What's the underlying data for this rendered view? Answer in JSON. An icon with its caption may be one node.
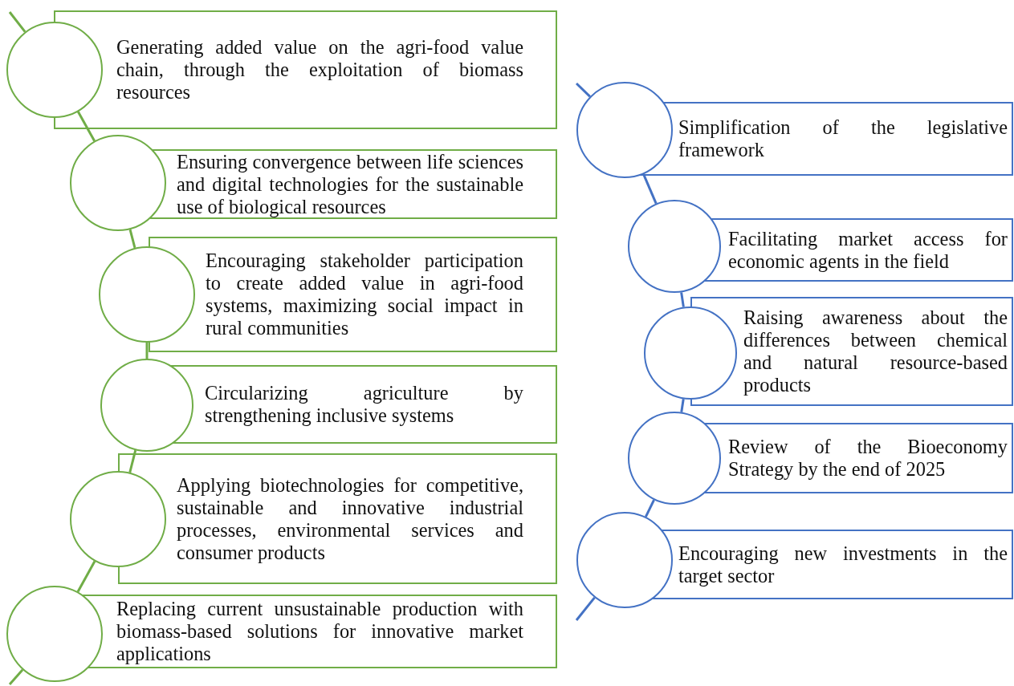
{
  "diagram": {
    "nodes": [
      {
        "text": [
          "Generating added value on the agri-food value chain, through the exploitation of biomass resources"
        ]
      },
      {
        "text": [
          "Ensuring convergence between life sciences and digital technologies for the sustainable use of biological resources"
        ]
      },
      {
        "text": [
          "Encouraging stakeholder participation to create added value in agri-food systems, maximizing social impact in rural communities"
        ]
      },
      {
        "text": [
          "Circularizing agriculture by strengthening inclusive systems"
        ]
      },
      {
        "text": [
          "Applying biotechnologies for competitive, sustainable and innovative industrial processes, environmental services and consumer products"
        ]
      },
      {
        "text": [
          "Replacing current unsustainable production with biomass-based solutions for innovative market applications"
        ]
      },
      {
        "text": [
          "Simplification of the legislative framework"
        ]
      },
      {
        "text": [
          "Facilitating market access for economic agents in the field"
        ]
      },
      {
        "text": [
          "Raising awareness about the differences between chemical and natural resource-based products"
        ]
      },
      {
        "text": [
          "Review of the Bioeconomy Strategy by the end of 2025"
        ]
      },
      {
        "text": [
          "Encouraging new investments in the target sector"
        ]
      },
      {
        "text": [],
        "shape": "circle"
      },
      {
        "text": [],
        "shape": "circle"
      },
      {
        "text": [],
        "shape": "circle"
      },
      {
        "text": [],
        "shape": "circle"
      },
      {
        "text": [],
        "shape": "circle"
      },
      {
        "text": [],
        "shape": "circle"
      },
      {
        "text": [],
        "shape": "circle"
      },
      {
        "text": [],
        "shape": "circle"
      },
      {
        "text": [],
        "shape": "circle"
      },
      {
        "text": [],
        "shape": "circle"
      },
      {
        "text": [],
        "shape": "circle"
      }
    ],
    "edges": [
      {
        "from": null,
        "to": 11,
        "arrow": "none",
        "color": "#70ad47"
      },
      {
        "from": 11,
        "to": 12,
        "arrow": "none",
        "color": "#70ad47"
      },
      {
        "from": 12,
        "to": 13,
        "arrow": "none",
        "color": "#70ad47"
      },
      {
        "from": 13,
        "to": 14,
        "arrow": "none",
        "color": "#70ad47"
      },
      {
        "from": 14,
        "to": 15,
        "arrow": "none",
        "color": "#70ad47"
      },
      {
        "from": 15,
        "to": 16,
        "arrow": "none",
        "color": "#70ad47"
      },
      {
        "from": 16,
        "to": null,
        "arrow": "none",
        "color": "#70ad47"
      },
      {
        "from": null,
        "to": 17,
        "arrow": "none",
        "color": "#4472c4"
      },
      {
        "from": 17,
        "to": 18,
        "arrow": "none",
        "color": "#4472c4"
      },
      {
        "from": 18,
        "to": 19,
        "arrow": "none",
        "color": "#4472c4"
      },
      {
        "from": 19,
        "to": 20,
        "arrow": "none",
        "color": "#4472c4"
      },
      {
        "from": 20,
        "to": 21,
        "arrow": "none",
        "color": "#4472c4"
      },
      {
        "from": 21,
        "to": null,
        "arrow": "none",
        "color": "#4472c4"
      }
    ]
  }
}
